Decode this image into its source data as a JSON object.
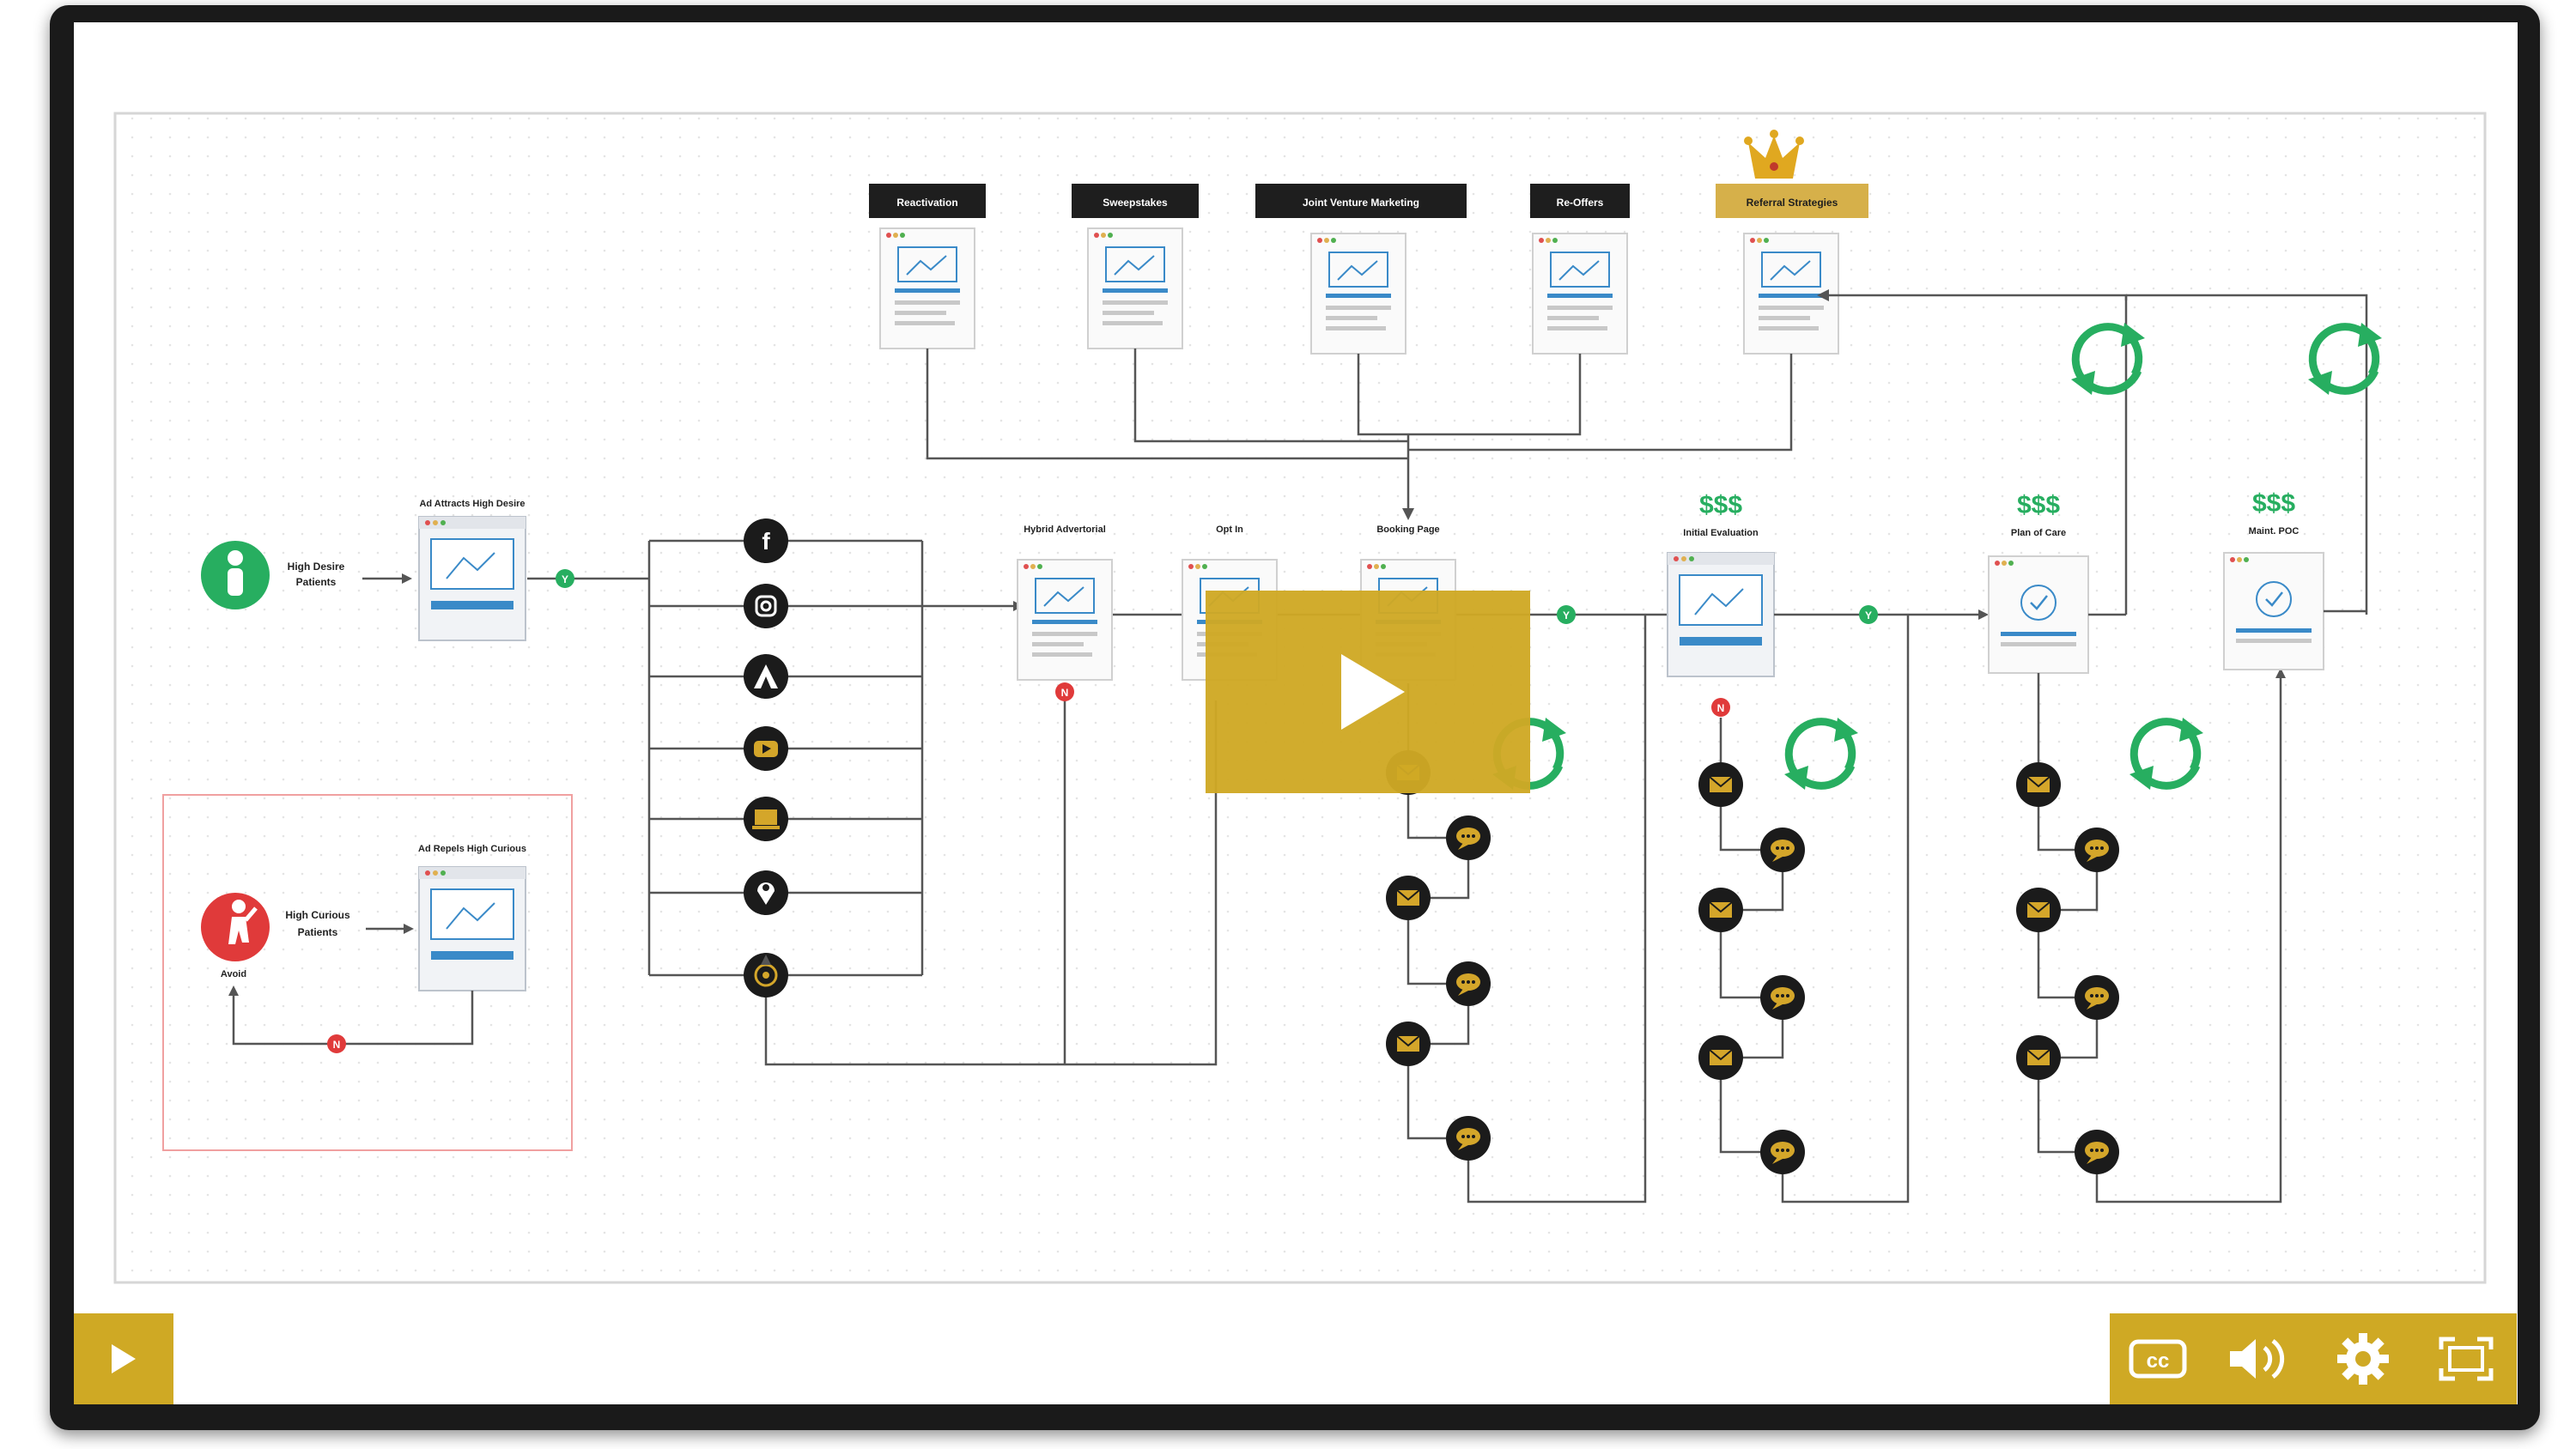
{
  "funnel": {
    "top_labels": [
      "Reactivation",
      "Sweepstakes",
      "Joint Venture Marketing",
      "Re-Offers",
      "Referral Strategies"
    ],
    "ad_high_desire": "Ad Attracts High Desire",
    "ad_high_curious": "Ad Repels High Curious",
    "high_desire_patients": [
      "High Desire",
      "Patients"
    ],
    "high_curious_patients": [
      "High Curious",
      "Patients"
    ],
    "avoid": "Avoid",
    "hybrid_advertorial": "Hybrid Advertorial",
    "opt_in": "Opt In",
    "booking_page": "Booking Page",
    "initial_evaluation": "Initial Evaluation",
    "plan_of_care": "Plan of Care",
    "maint_poc": "Maint. POC",
    "dollars": "$$$",
    "yes_badge": "Y",
    "no_badge": "N"
  },
  "player": {
    "icons": [
      "play-icon",
      "closed-captions-icon",
      "volume-icon",
      "settings-gear-icon",
      "fullscreen-icon"
    ],
    "accent_color": "#cfa924",
    "cc_label": "cc"
  }
}
